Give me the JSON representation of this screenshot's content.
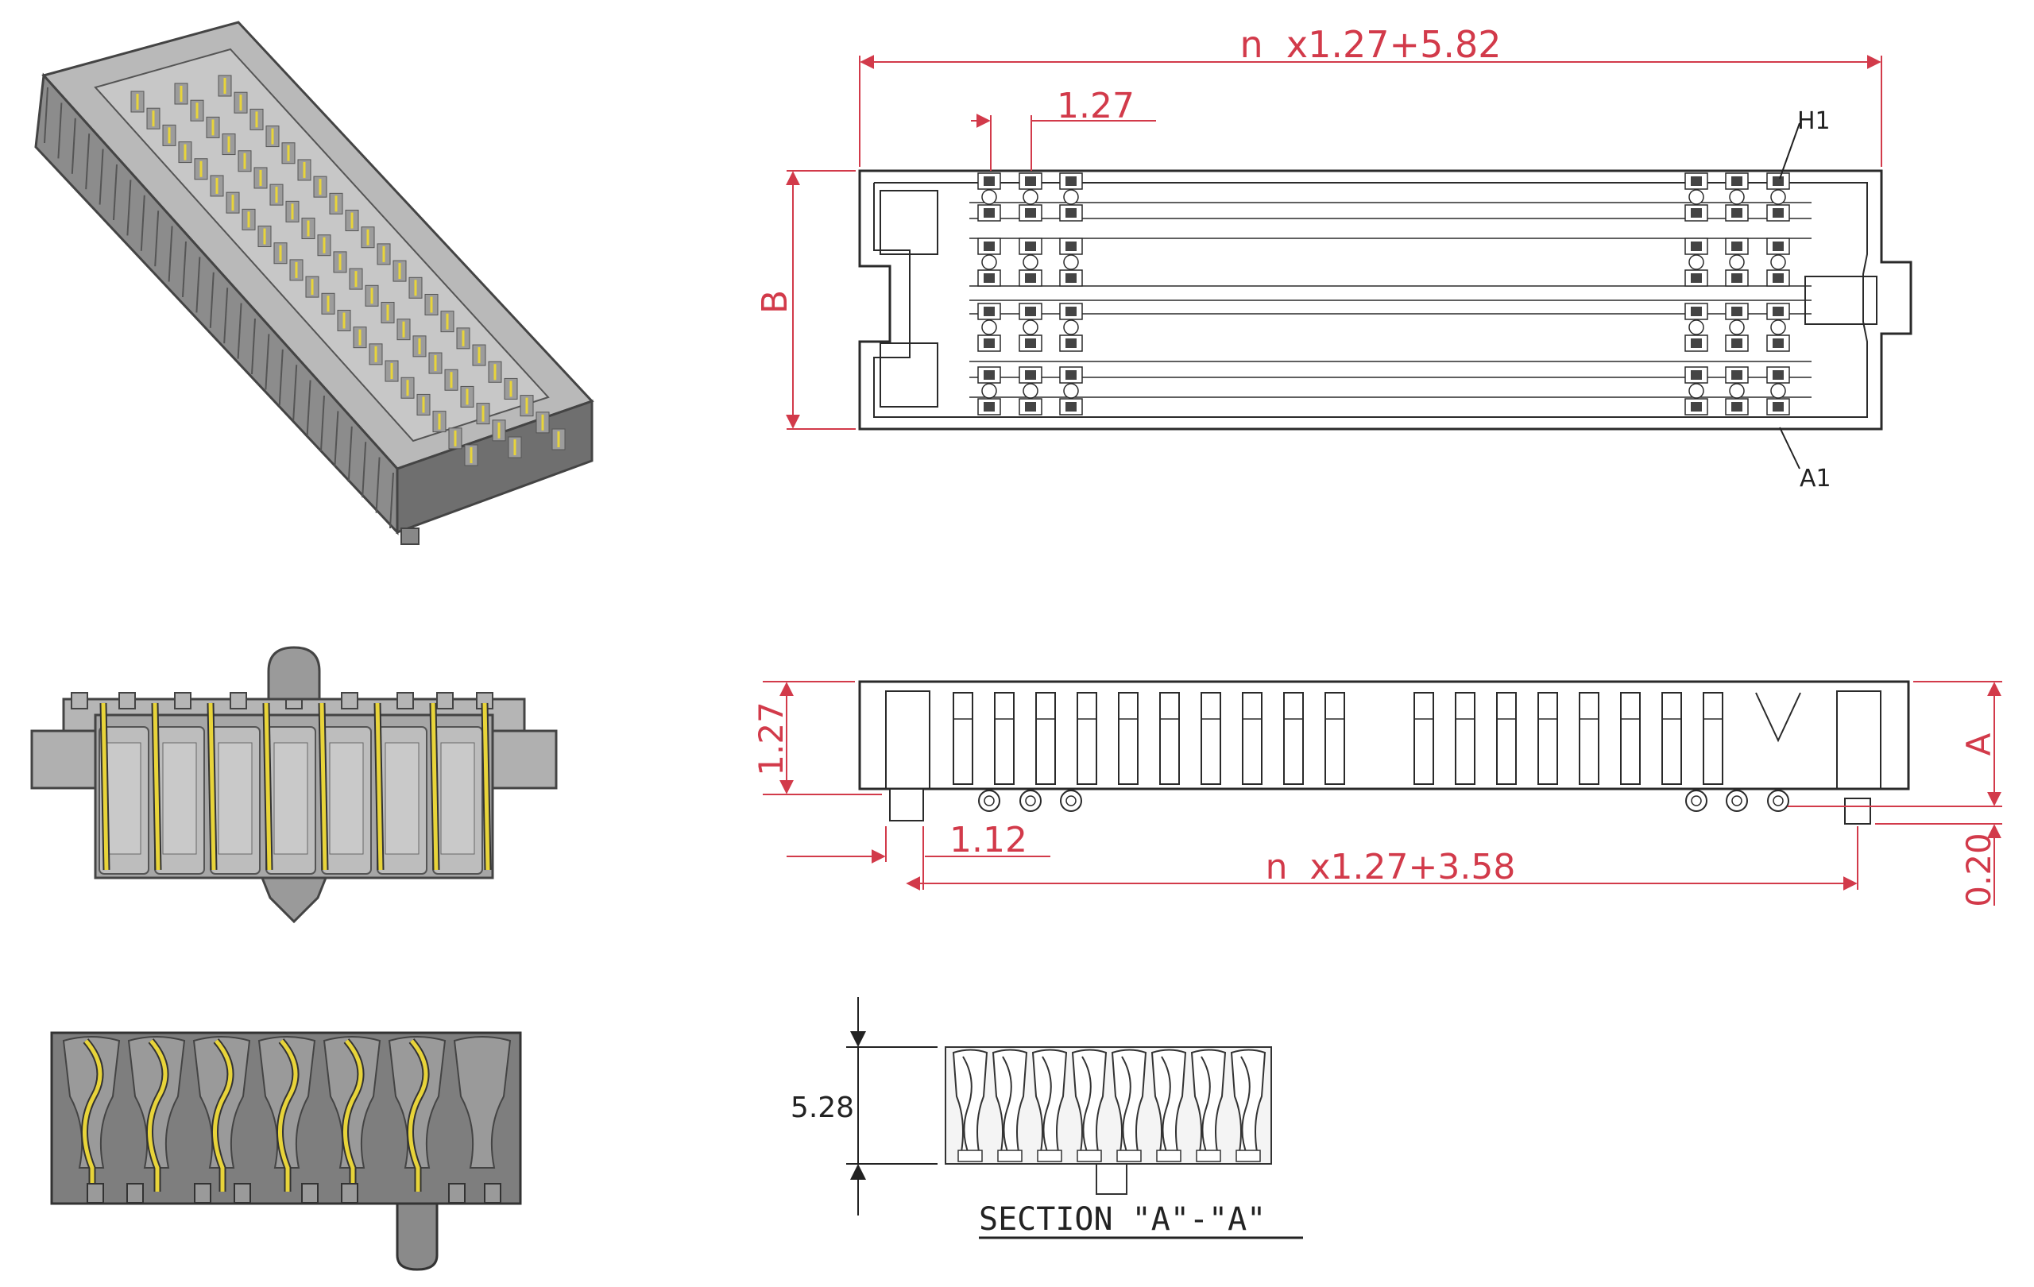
{
  "colors": {
    "dimension": "#d23a4a",
    "outline": "#2a2a2a",
    "body_gray": "#a9a9a9",
    "dark_gray": "#7a7a7a",
    "contact_gold": "#e8d43a",
    "background": "#ffffff"
  },
  "top_view": {
    "overall_length": "n  x1.27+5.82",
    "pitch": "1.27",
    "width_label": "B",
    "pin_h1": "H1",
    "pin_a1": "A1"
  },
  "side_view": {
    "height_label": "A",
    "pitch_vertical": "1.27",
    "peg_offset": "1.12",
    "peg_span": "n  x1.27+3.58",
    "standoff": "0.20"
  },
  "section_view": {
    "height": "5.28",
    "caption": "SECTION \"A\"-\"A\""
  }
}
